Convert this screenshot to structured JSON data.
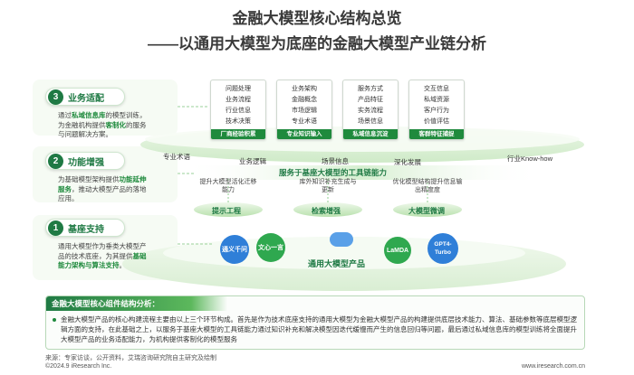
{
  "title": {
    "line1": "金融大模型核心结构总览",
    "line2": "——以通用大模型为底座的金融大模型产业链分析"
  },
  "steps": [
    {
      "num": "3",
      "label": "业务适配",
      "desc_parts": [
        "通过",
        "私域信息库",
        "的模型训练，为金融机构提供",
        "客制化",
        "的服务与问题解决方案。"
      ]
    },
    {
      "num": "2",
      "label": "功能增强",
      "desc_parts": [
        "为基础模型架构提供",
        "功能延伸服务",
        "，推动大模型产品的落地应用。"
      ]
    },
    {
      "num": "1",
      "label": "基座支持",
      "desc_parts": [
        "通用大模型作为垂类大模型产品的技术底座，为其提供",
        "基础能力架构与算法支持",
        "。"
      ]
    }
  ],
  "cards": [
    {
      "items": [
        "问题处理",
        "业务流程",
        "行业信息",
        "技术决策"
      ],
      "footer": "厂商经验积累"
    },
    {
      "items": [
        "业务架构",
        "金融概念",
        "市场逻辑",
        "专业术语"
      ],
      "footer": "专业知识输入"
    },
    {
      "items": [
        "服务方式",
        "产品特征",
        "实务流程",
        "场景信息"
      ],
      "footer": "私域信息沉淀"
    },
    {
      "items": [
        "交互信息",
        "私域资源",
        "客户行为",
        "价值评估"
      ],
      "footer": "客群特征捕捉"
    }
  ],
  "top_ring_labels": [
    "专业术语",
    "业务逻辑",
    "场景信息",
    "深化发展",
    "行业Know-how"
  ],
  "middle": {
    "band_title": "服务于基座大模型的工具链能力",
    "tools": [
      {
        "desc": "提升大模型活化迁移能力",
        "name": "提示工程"
      },
      {
        "desc": "库外知识补充生成与更新",
        "name": "检索增强"
      },
      {
        "desc": "优化模型结构提升信息输出精度度",
        "name": "大模型微调"
      }
    ]
  },
  "bottom": {
    "core_label": "通用大模型产品",
    "models": [
      "通义千问",
      "文心一言",
      "LaMDA",
      "GPT4-Turbo"
    ]
  },
  "analysis": {
    "head": "金融大模型核心组件结构分析：",
    "body": "金融大模型产品的核心构建流程主要由以上三个环节构成。首先是作为技术底座支持的通用大模型为金融大模型产品的构建提供底层技术能力、算法、基础参数等底层模型逻辑方面的支持，在此基础之上，以服务于基座大模型的工具链能力通过知识补充和解决模型因迭代缓慢而产生的信息回归等问题，最后通过私域信息库的模型训练将全面提升大模型产品的业务适配能力，为机构提供客制化的模型服务"
  },
  "footer": {
    "source": "来源：专家访谈，公开资料，艾瑞咨询研究院自主研究及绘制",
    "copyright": "©2024.9 iResearch Inc.",
    "url": "www.iresearch.com.cn"
  },
  "colors": {
    "brand_green": "#1f7a44",
    "accent_green": "#1f8a3d",
    "light_green": "#e8f5e6",
    "blue_bubble": "#2f7fd8"
  }
}
